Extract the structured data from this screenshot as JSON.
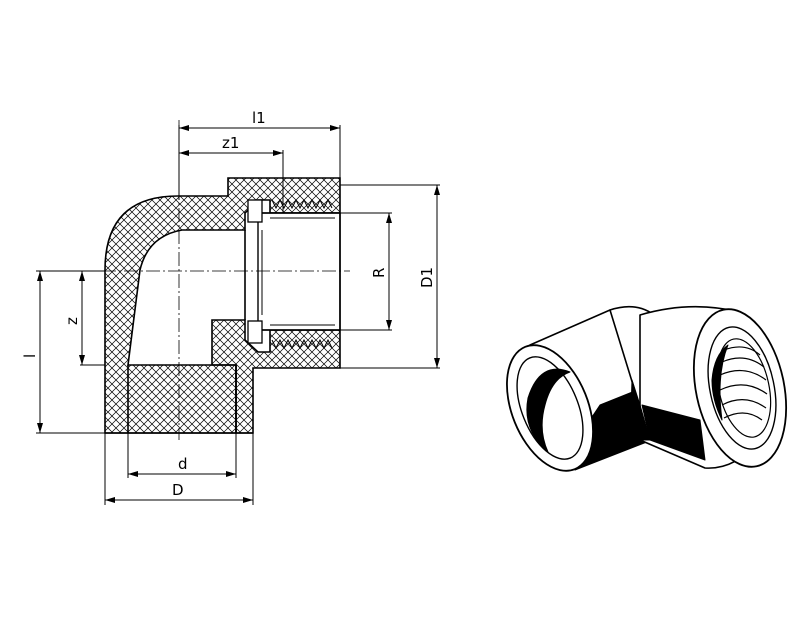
{
  "drawing": {
    "type": "technical-drawing",
    "subject": "90° elbow fitting with female thread",
    "dimension_labels": {
      "l1": "l1",
      "z1": "z1",
      "D1": "D1",
      "R": "R",
      "z": "z",
      "l": "l",
      "d": "d",
      "D": "D"
    }
  },
  "colors": {
    "line": "#000000",
    "background": "#ffffff"
  }
}
